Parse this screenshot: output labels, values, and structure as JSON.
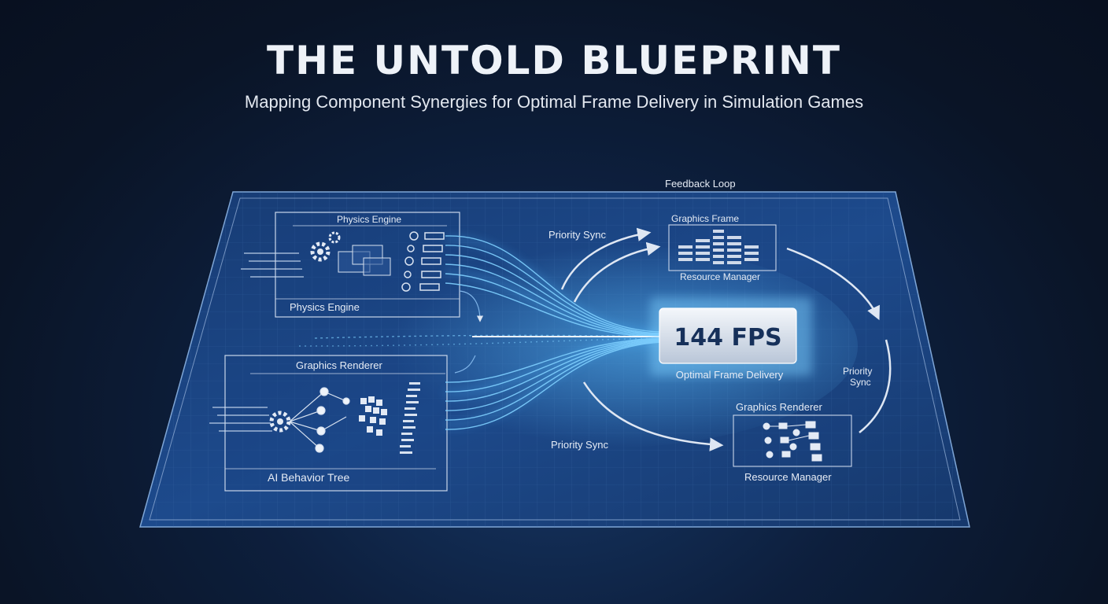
{
  "header": {
    "title": "THE UNTOLD BLUEPRINT",
    "subtitle": "Mapping Component Synergies for Optimal Frame Delivery in Simulation Games"
  },
  "diagram": {
    "feedback_loop": "Feedback Loop",
    "physics_panel": {
      "top_label": "Physics Engine",
      "bottom_label": "Physics Engine"
    },
    "graphics_renderer_panel": {
      "top_label": "Graphics Renderer",
      "bottom_label": "AI Behavior Tree"
    },
    "graphics_frame_panel": {
      "top_label": "Graphics Frame",
      "bottom_label": "Resource Manager"
    },
    "resource_panel": {
      "top_label": "Graphics Renderer",
      "bottom_label": "Resource Manager"
    },
    "fps_badge": {
      "value": "144 FPS",
      "caption": "Optimal Frame Delivery"
    },
    "sync_labels": {
      "top": "Priority Sync",
      "bottom": "Priority Sync",
      "right_line1": "Priority",
      "right_line2": "Sync"
    }
  },
  "colors": {
    "board": "#1a3f78",
    "glow": "#4fb8ff",
    "line": "#c9d6ea"
  }
}
